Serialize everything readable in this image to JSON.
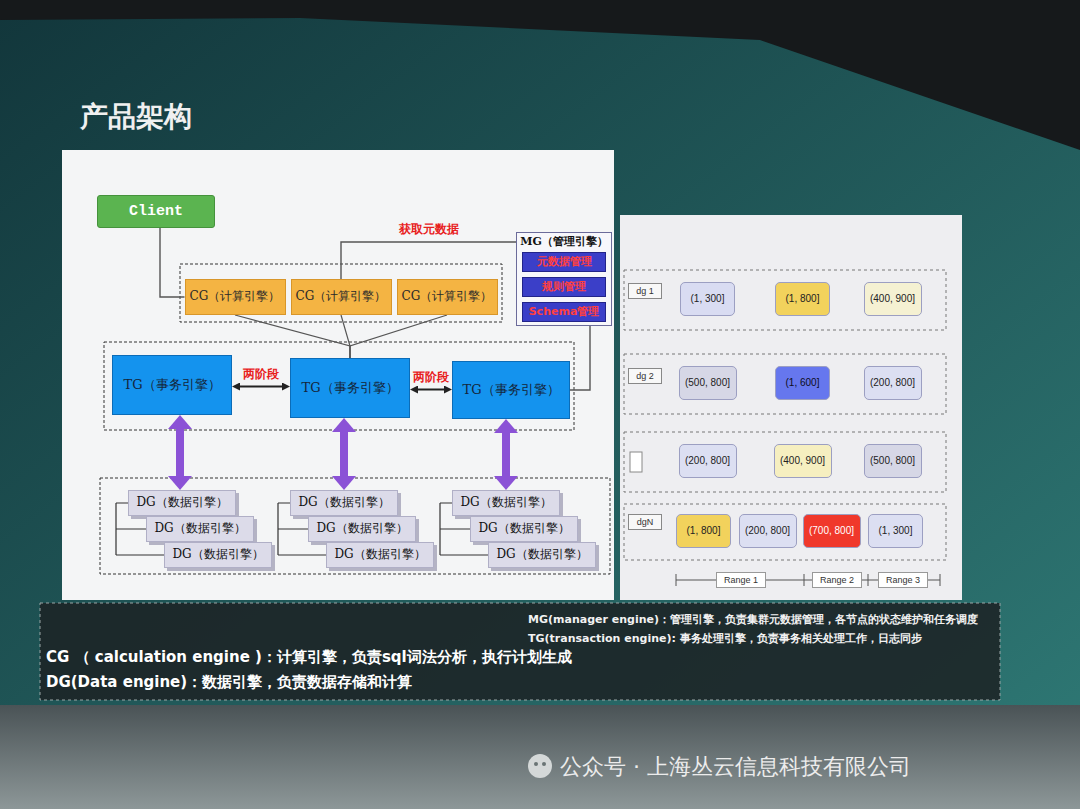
{
  "diagram": {
    "title": "产品架构",
    "nodes": [
      {
        "text": [
          "Client"
        ]
      },
      {
        "text": [
          "CG（计算引擎）"
        ]
      },
      {
        "text": [
          "CG（计算引擎）"
        ]
      },
      {
        "text": [
          "CG（计算引擎）"
        ]
      },
      {
        "text": [
          "MG（管理引擎）"
        ]
      },
      {
        "text": [
          "元数据管理"
        ],
        "in": 4
      },
      {
        "text": [
          "规则管理"
        ],
        "in": 4
      },
      {
        "text": [
          "Schema管理"
        ],
        "in": 4
      },
      {
        "text": [
          "TG（事务引擎）"
        ]
      },
      {
        "text": [
          "TG（事务引擎）"
        ]
      },
      {
        "text": [
          "TG（事务引擎）"
        ]
      },
      {
        "text": [
          "DG（数据引擎）"
        ]
      },
      {
        "text": [
          "DG（数据引擎）"
        ]
      },
      {
        "text": [
          "DG（数据引擎）"
        ]
      },
      {
        "text": [
          "DG（数据引擎）"
        ]
      },
      {
        "text": [
          "DG（数据引擎）"
        ]
      },
      {
        "text": [
          "DG（数据引擎）"
        ]
      },
      {
        "text": [
          "DG（数据引擎）"
        ]
      },
      {
        "text": [
          "DG（数据引擎）"
        ]
      },
      {
        "text": [
          "DG（数据引擎）"
        ]
      },
      {
        "text": [
          "dg 1"
        ]
      },
      {
        "text": [
          "(1, 300]"
        ]
      },
      {
        "text": [
          "(1, 800]"
        ]
      },
      {
        "text": [
          "(400, 900]"
        ]
      },
      {
        "text": [
          "dg 2"
        ]
      },
      {
        "text": [
          "(500, 800]"
        ]
      },
      {
        "text": [
          "(1, 600]"
        ]
      },
      {
        "text": [
          "(200, 800]"
        ]
      },
      {
        "text": [
          "(200, 800]"
        ]
      },
      {
        "text": [
          "(400, 900]"
        ]
      },
      {
        "text": [
          "(500, 800]"
        ]
      },
      {
        "text": [
          "dgN"
        ]
      },
      {
        "text": [
          "(1, 800]"
        ]
      },
      {
        "text": [
          "(200, 800]"
        ]
      },
      {
        "text": [
          "(700, 800]"
        ]
      },
      {
        "text": [
          "(1, 300]"
        ]
      },
      {
        "text": [
          "Range 1"
        ]
      },
      {
        "text": [
          "Range 2"
        ]
      },
      {
        "text": [
          "Range 3"
        ]
      }
    ],
    "edges": [
      {
        "from": 0,
        "to": 1,
        "arrow": "none"
      },
      {
        "from": 2,
        "to": 4,
        "label": "获取元数据",
        "arrow": "none"
      },
      {
        "from": 1,
        "to": 9,
        "arrow": "none"
      },
      {
        "from": 2,
        "to": 9,
        "arrow": "none"
      },
      {
        "from": 3,
        "to": 9,
        "arrow": "none"
      },
      {
        "from": 4,
        "to": 10,
        "arrow": "none"
      },
      {
        "from": 8,
        "to": 9,
        "label": "两阶段",
        "arrow": "both"
      },
      {
        "from": 9,
        "to": 10,
        "label": "两阶段",
        "arrow": "both"
      },
      {
        "from": 8,
        "to": 11,
        "arrow": "both"
      },
      {
        "from": 9,
        "to": 14,
        "arrow": "both"
      },
      {
        "from": 10,
        "to": 17,
        "arrow": "both"
      }
    ],
    "labels": [
      "CG （ calculation engine )：计算引擎，负责sql词法分析，执行计划生成",
      "DG(Data engine)：数据引擎，负责数据存储和计算",
      "MG(manager engine)：管理引擎，负责集群元数据管理，各节点的状态维护和任务调度",
      "TG(transaction engine): 事务处理引擎，负责事务相关处理工作，日志同步",
      "公众号 · 上海丛云信息科技有限公司"
    ]
  }
}
